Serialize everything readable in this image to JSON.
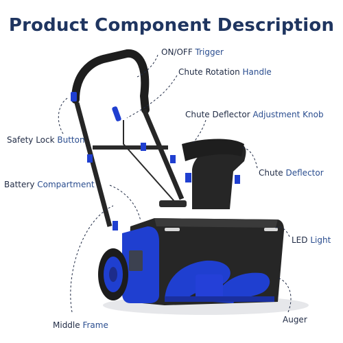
{
  "title": "Product Component Description",
  "labels": {
    "onoff": {
      "a": "ON/OFF",
      "b": " Trigger"
    },
    "chute_rotation": {
      "a": "Chute Rotation",
      "b": " Handle"
    },
    "chute_deflector_knob": {
      "a": "Chute Deflector",
      "b": " Adjustment Knob"
    },
    "safety_lock": {
      "a": "Safety Lock",
      "b": " Button"
    },
    "chute_deflector": {
      "a": "Chute",
      "b": " Deflector"
    },
    "battery": {
      "a": "Battery",
      "b": " Compartment"
    },
    "led": {
      "a": "LED",
      "b": " Light"
    },
    "middle_frame": {
      "a": "Middle",
      "b": " Frame"
    },
    "auger": {
      "a": "Auger",
      "b": ""
    }
  },
  "colors": {
    "title": "#1f3560",
    "accent": "#2a4d8f",
    "body_blue": "#1f3fd0",
    "black": "#1e1e1e"
  }
}
